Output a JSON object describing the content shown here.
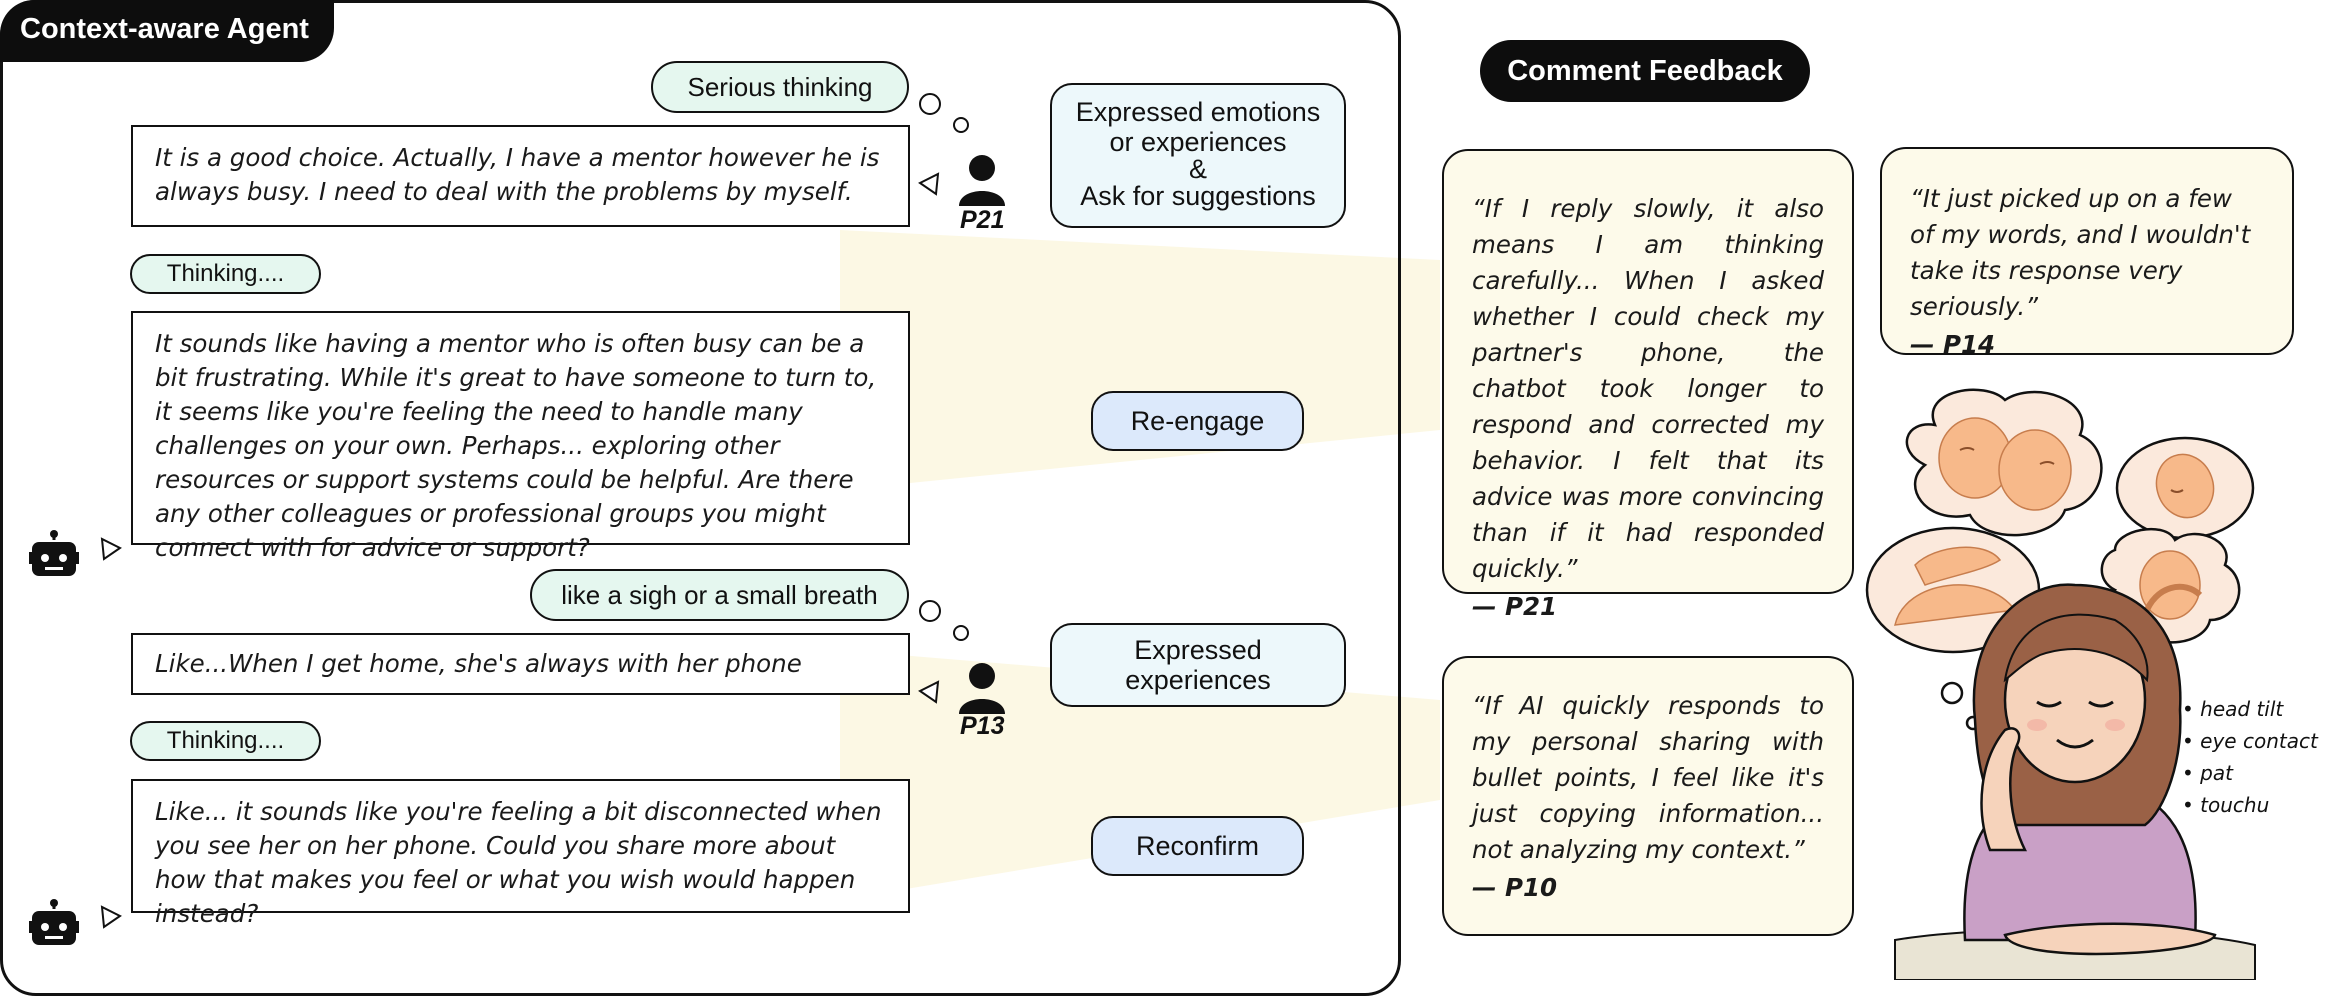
{
  "panel": {
    "title": "Context-aware Agent"
  },
  "feedback_header": "Comment Feedback",
  "conversation": [
    {
      "state": "Serious thinking",
      "state_dots": "○ ○",
      "user_text": "It is a good choice. Actually, I have a mentor however he is always busy. I need to deal with the problems by myself.",
      "participant": "P21",
      "strategy": "Expressed emotions or experiences & Ask for suggestions",
      "strategy_lines": [
        "Expressed emotions",
        "or experiences",
        "&",
        "Ask for suggestions"
      ]
    },
    {
      "state": "Thinking....",
      "agent_text": "It sounds like having a mentor who is often busy can be a bit frustrating. While it's great to have someone to turn to, it seems like you're feeling the need to handle many challenges on your own. Perhaps... exploring other resources or support systems could be helpful. Are there any other colleagues or professional groups you might connect with for advice or support?",
      "strategy": "Re-engage"
    },
    {
      "state": "like a sigh or a small breath",
      "user_text": "Like...When I get home, she's always with her phone",
      "participant": "P13",
      "strategy_lines": [
        "Expressed",
        "experiences"
      ]
    },
    {
      "state": "Thinking....",
      "agent_text": "Like... it sounds like you're feeling a bit disconnected when you see her on her phone. Could you share more about how that makes you feel or what you wish would happen instead?",
      "strategy": "Reconfirm"
    }
  ],
  "feedback": [
    {
      "quote": "“If I reply slowly, it also means I am thinking carefully... When I asked whether I could check my partner's phone, the chatbot took longer to respond and corrected my behavior. I felt that its advice was more convincing than if it had responded quickly.”",
      "author": "— P21"
    },
    {
      "quote": "“It just picked up on a few of my words, and I wouldn't take its response very seriously.”",
      "author": "— P14"
    },
    {
      "quote": "“If AI quickly responds to my personal sharing with bullet points, I feel like it's just copying information... not analyzing my context.”",
      "author": "— P10"
    }
  ],
  "nonverbal_cues": [
    "head tilt",
    "eye contact",
    "pat",
    "touchu"
  ],
  "colors": {
    "pill": "#e5f7ef",
    "strategy_light": "#edf8fb",
    "strategy_blue": "#dce9fb",
    "feedback": "#fdfaea",
    "beam": "#fbf7df"
  }
}
